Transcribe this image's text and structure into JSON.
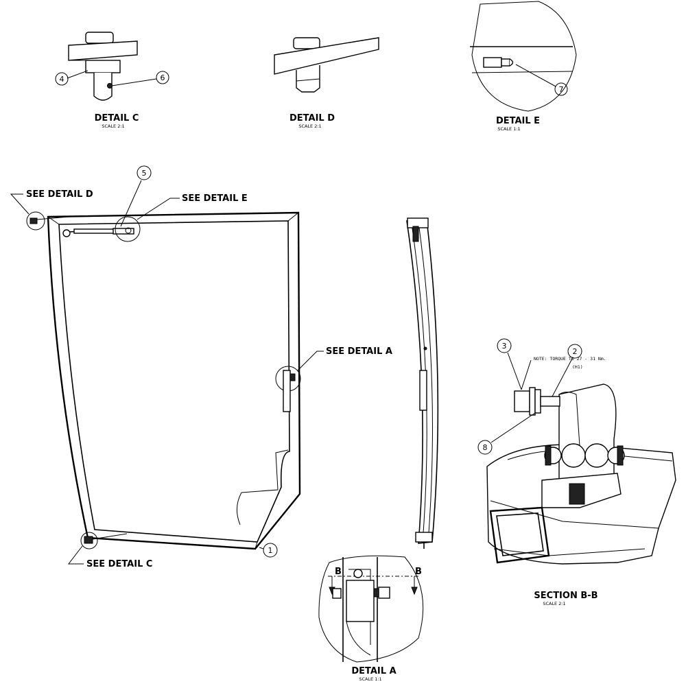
{
  "details": {
    "c": {
      "title": "DETAIL  C",
      "scale": "SCALE  2:1"
    },
    "d": {
      "title": "DETAIL  D",
      "scale": "SCALE  2:1"
    },
    "e": {
      "title": "DETAIL  E",
      "scale": "SCALE  1:1"
    },
    "a": {
      "title": "DETAIL  A",
      "scale": "SCALE  1:1"
    }
  },
  "section": {
    "title": "SECTION  B-B",
    "scale": "SCALE  2:1",
    "cut_mark": "B"
  },
  "callouts": {
    "see_d": "SEE DETAIL  D",
    "see_e": "SEE DETAIL  E",
    "see_a": "SEE DETAIL  A",
    "see_c": "SEE DETAIL  C"
  },
  "note": {
    "line1": "NOTE: TORQUE TO 27 - 31 Nm.",
    "line2": "(H1)"
  },
  "balloons": {
    "b1": "1",
    "b2": "2",
    "b3": "3",
    "b4": "4",
    "b5": "5",
    "b6": "6",
    "b7": "7",
    "b8": "8"
  }
}
